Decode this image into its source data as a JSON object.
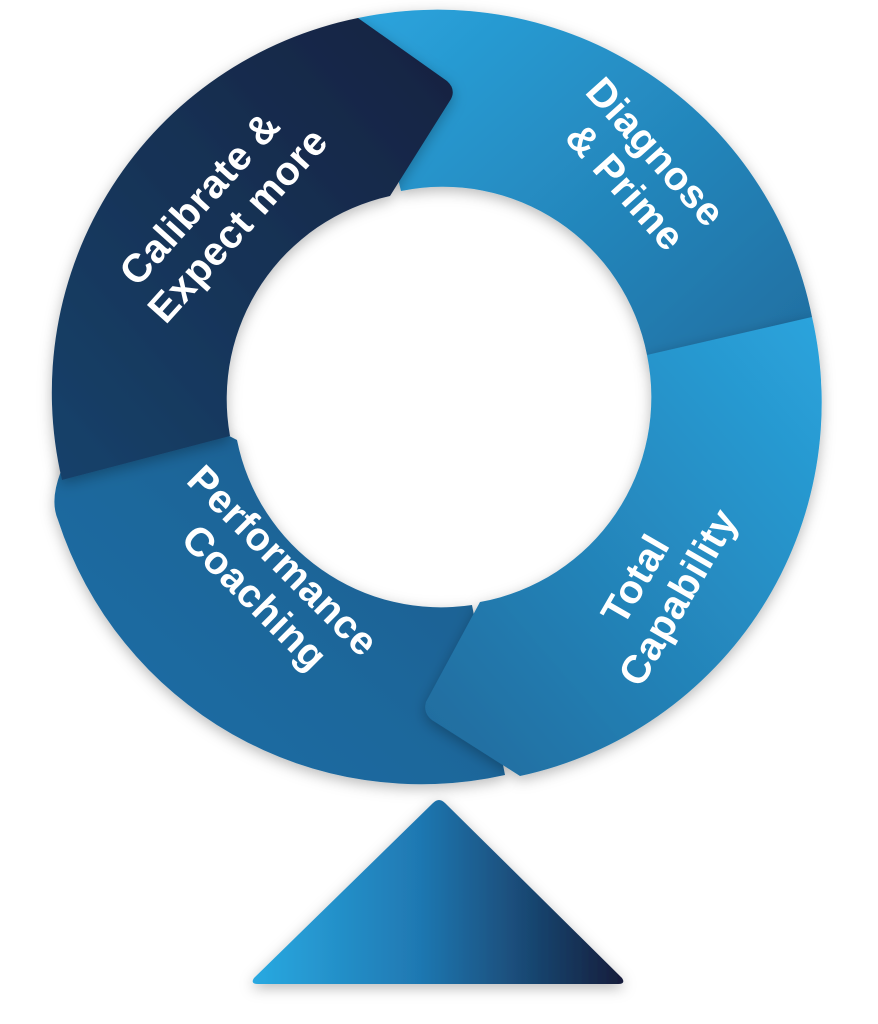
{
  "diagram": {
    "segments": [
      {
        "id": "diagnose",
        "lines": [
          "Diagnose",
          "& Prime"
        ]
      },
      {
        "id": "total",
        "lines": [
          "Total",
          "Capability"
        ]
      },
      {
        "id": "performance",
        "lines": [
          "Performance",
          "Coaching"
        ]
      },
      {
        "id": "calibrate",
        "lines": [
          "Calibrate &",
          "Expect more"
        ]
      }
    ]
  },
  "colors": {
    "light_blue": "#29a3dc",
    "mid_blue": "#1f6fa3",
    "steel_blue": "#1e5f8e",
    "navy": "#15223f",
    "white": "#ffffff"
  }
}
